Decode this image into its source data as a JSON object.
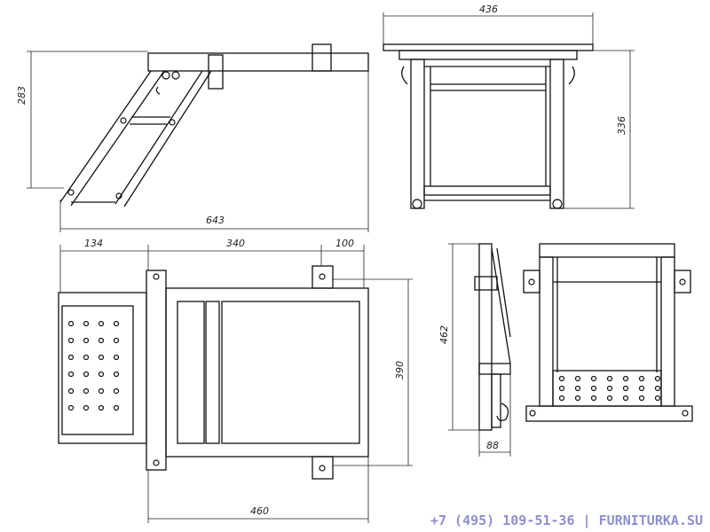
{
  "dimensions": {
    "side_height": "283",
    "side_length": "643",
    "front_width": "436",
    "front_height": "336",
    "plan_step": "134",
    "plan_frame": "340",
    "plan_bracket": "100",
    "plan_depth": "390",
    "plan_total": "460",
    "folded_height": "462",
    "folded_depth": "88"
  },
  "footer": {
    "contact": "+7 (495) 109-51-36 | FURNITURKA.SU"
  },
  "colors": {
    "line": "#111111",
    "footer": "#8d8fd0"
  }
}
